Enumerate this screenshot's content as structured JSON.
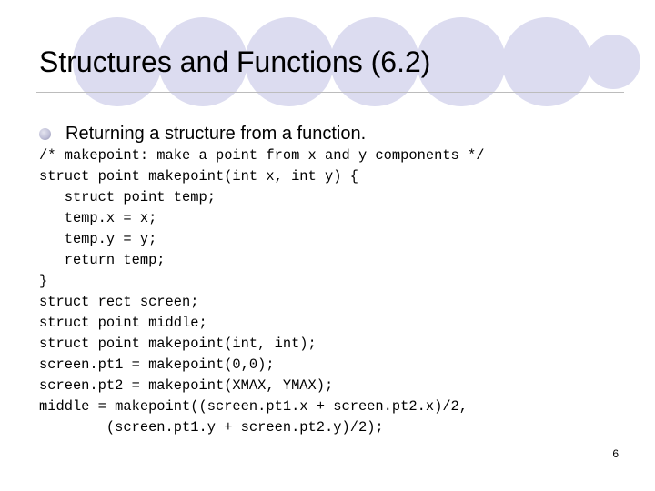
{
  "slide": {
    "title": "Structures and Functions (6.2)",
    "bullet": "Returning a structure from a function.",
    "code_lines": [
      "/* makepoint: make a point from x and y components */",
      "struct point makepoint(int x, int y) {",
      "   struct point temp;",
      "   temp.x = x;",
      "   temp.y = y;",
      "   return temp;",
      "}",
      "struct rect screen;",
      "struct point middle;",
      "struct point makepoint(int, int);",
      "screen.pt1 = makepoint(0,0);",
      "screen.pt2 = makepoint(XMAX, YMAX);",
      "middle = makepoint((screen.pt1.x + screen.pt2.x)/2,",
      "        (screen.pt1.y + screen.pt2.y)/2);"
    ],
    "page_number": "6"
  },
  "colors": {
    "decor_circle": "#dcdcf0",
    "title_rule": "#bcbcbc",
    "bullet": "#b4b4cc",
    "background": "#ffffff",
    "text": "#000000"
  }
}
